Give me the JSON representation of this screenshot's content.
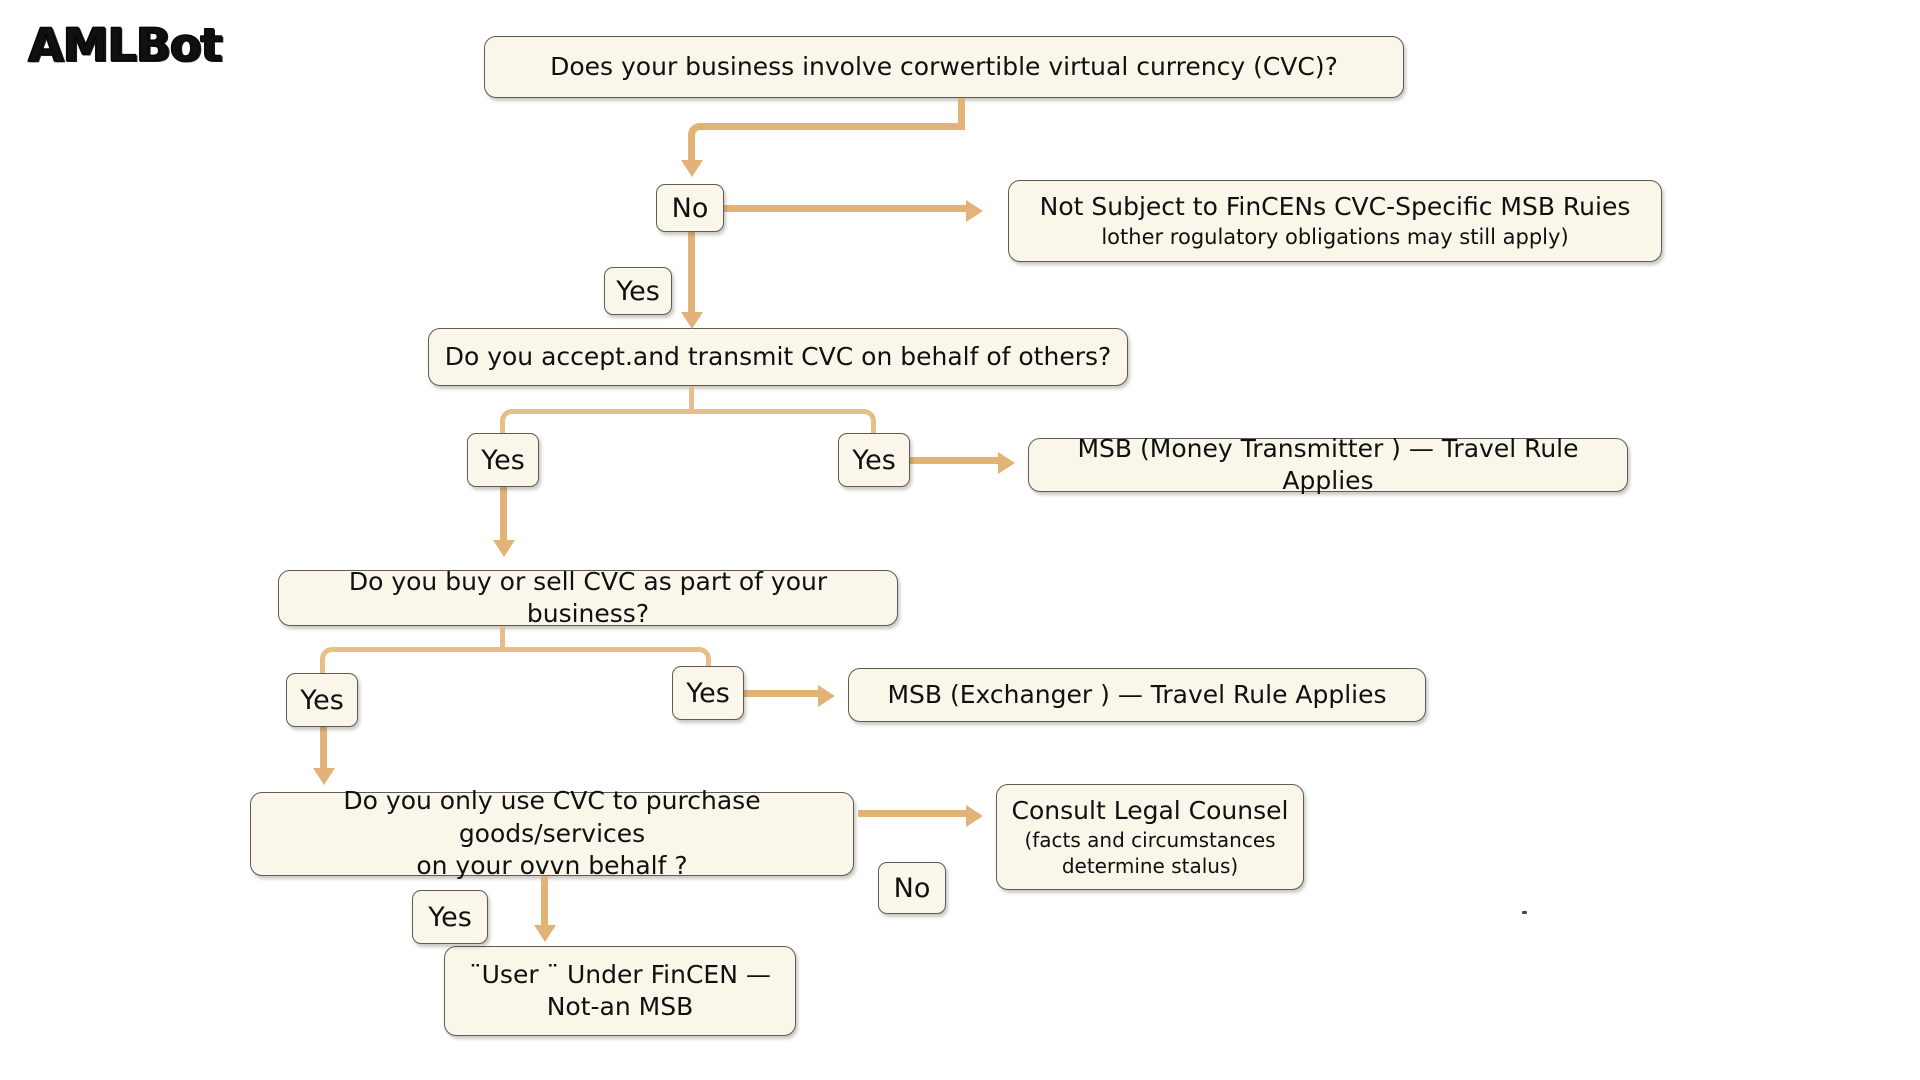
{
  "brand": {
    "name": "AMLBot"
  },
  "diagram": {
    "title": "FinCEN CVC / MSB classification decision flow",
    "palette": {
      "background": "#ffffff",
      "node_fill": "#fbf6ea",
      "node_border": "#5f5b52",
      "connector": "#e2b277",
      "connector_light": "#e9bd88",
      "text": "#101010"
    },
    "nodes": [
      {
        "id": "q1",
        "type": "decision",
        "text": "Does your business involve corwertible  virtual currency (CVC)?"
      },
      {
        "id": "r1",
        "type": "terminal",
        "line1": "Not Subject to FinCENs CVC-Specific MSB Ruies",
        "line2": "lother rogulatory obligations may still  apply)"
      },
      {
        "id": "q2",
        "type": "decision",
        "text": "Do you accept.and transmit CVC on behalf of others?"
      },
      {
        "id": "r2",
        "type": "terminal",
        "line1": "MSB (Money Transmitter ) — Travel Rule Applies",
        "line2": ""
      },
      {
        "id": "q3",
        "type": "decision",
        "text": "Do you buy or sell CVC as part of your business?"
      },
      {
        "id": "r3",
        "type": "terminal",
        "line1": "MSB (Exchanger ) — Travel Rule Applies",
        "line2": ""
      },
      {
        "id": "q4",
        "type": "decision",
        "line1": "Do you only use  CVC to purchase goods/services",
        "line2": "on your ovvn behalf ?"
      },
      {
        "id": "r4",
        "type": "terminal",
        "line1": "Consult Legal Counsel",
        "line2": "(facts and circumstances determine  stalus)"
      },
      {
        "id": "r5",
        "type": "terminal",
        "line1": "¨User ¨ Under FinCEN —",
        "line2": "Not-an MSB"
      }
    ],
    "edge_labels": {
      "q1_no": "No",
      "q1_yes": "Yes",
      "q2_yes_left": "Yes",
      "q2_yes_right": "Yes",
      "q3_yes_left": "Yes",
      "q3_yes_right": "Yes",
      "q4_yes": "Yes",
      "q4_no": "No"
    }
  }
}
